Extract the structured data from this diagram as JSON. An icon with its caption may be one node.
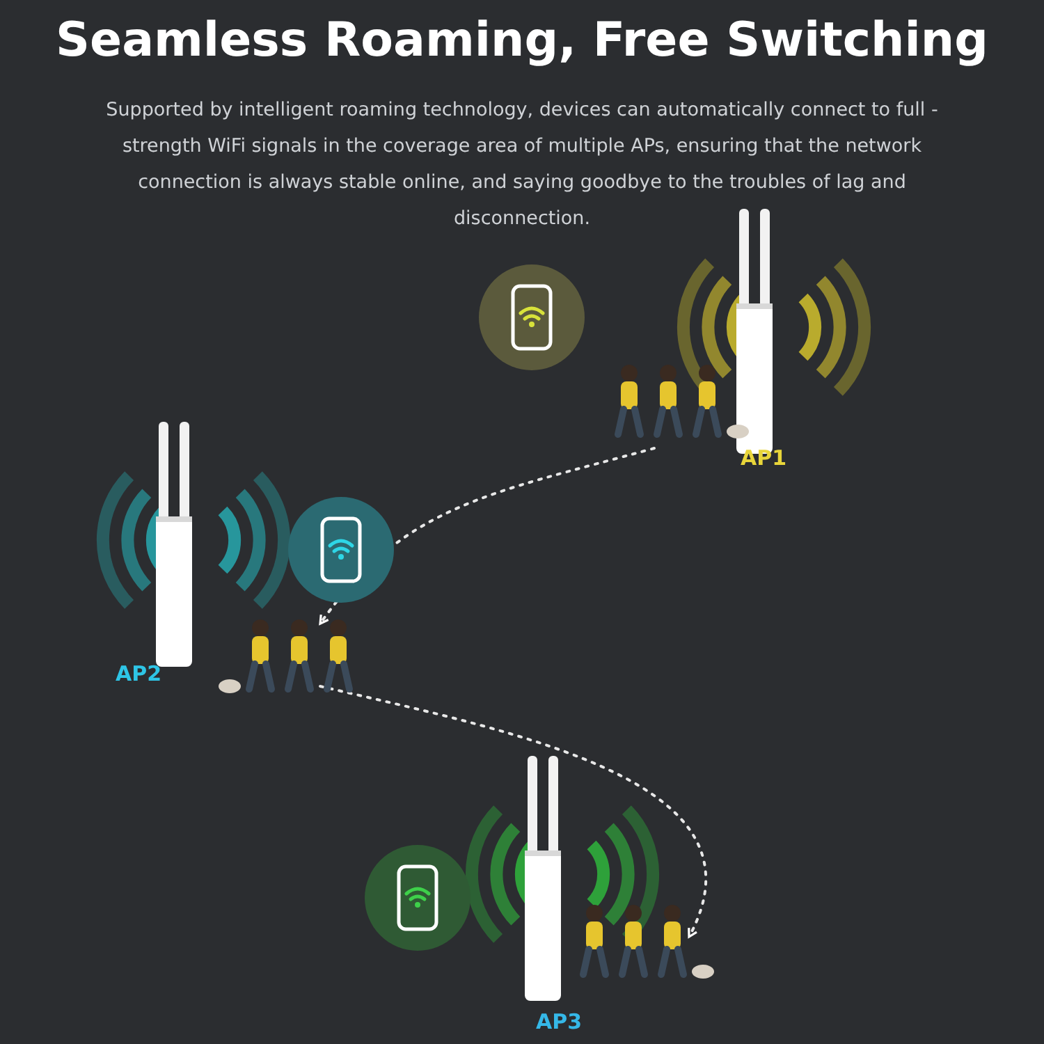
{
  "diagram": {
    "title": "Seamless Roaming, Free Switching",
    "caption": "Supported by intelligent roaming technology, devices can automatically connect to full - strength WiFi signals in the coverage area of multiple APs, ensuring that the network connection is always stable online, and saying goodbye to the troubles of lag and disconnection.",
    "nodes": [
      {
        "text": [
          "AP1"
        ]
      },
      {
        "text": [
          "AP2"
        ]
      },
      {
        "text": [
          "AP3"
        ]
      }
    ],
    "edges": [
      {
        "from": 0,
        "to": 1,
        "arrow": "to",
        "style": "dashed"
      },
      {
        "from": 1,
        "to": 2,
        "arrow": "to",
        "style": "dashed"
      }
    ]
  }
}
